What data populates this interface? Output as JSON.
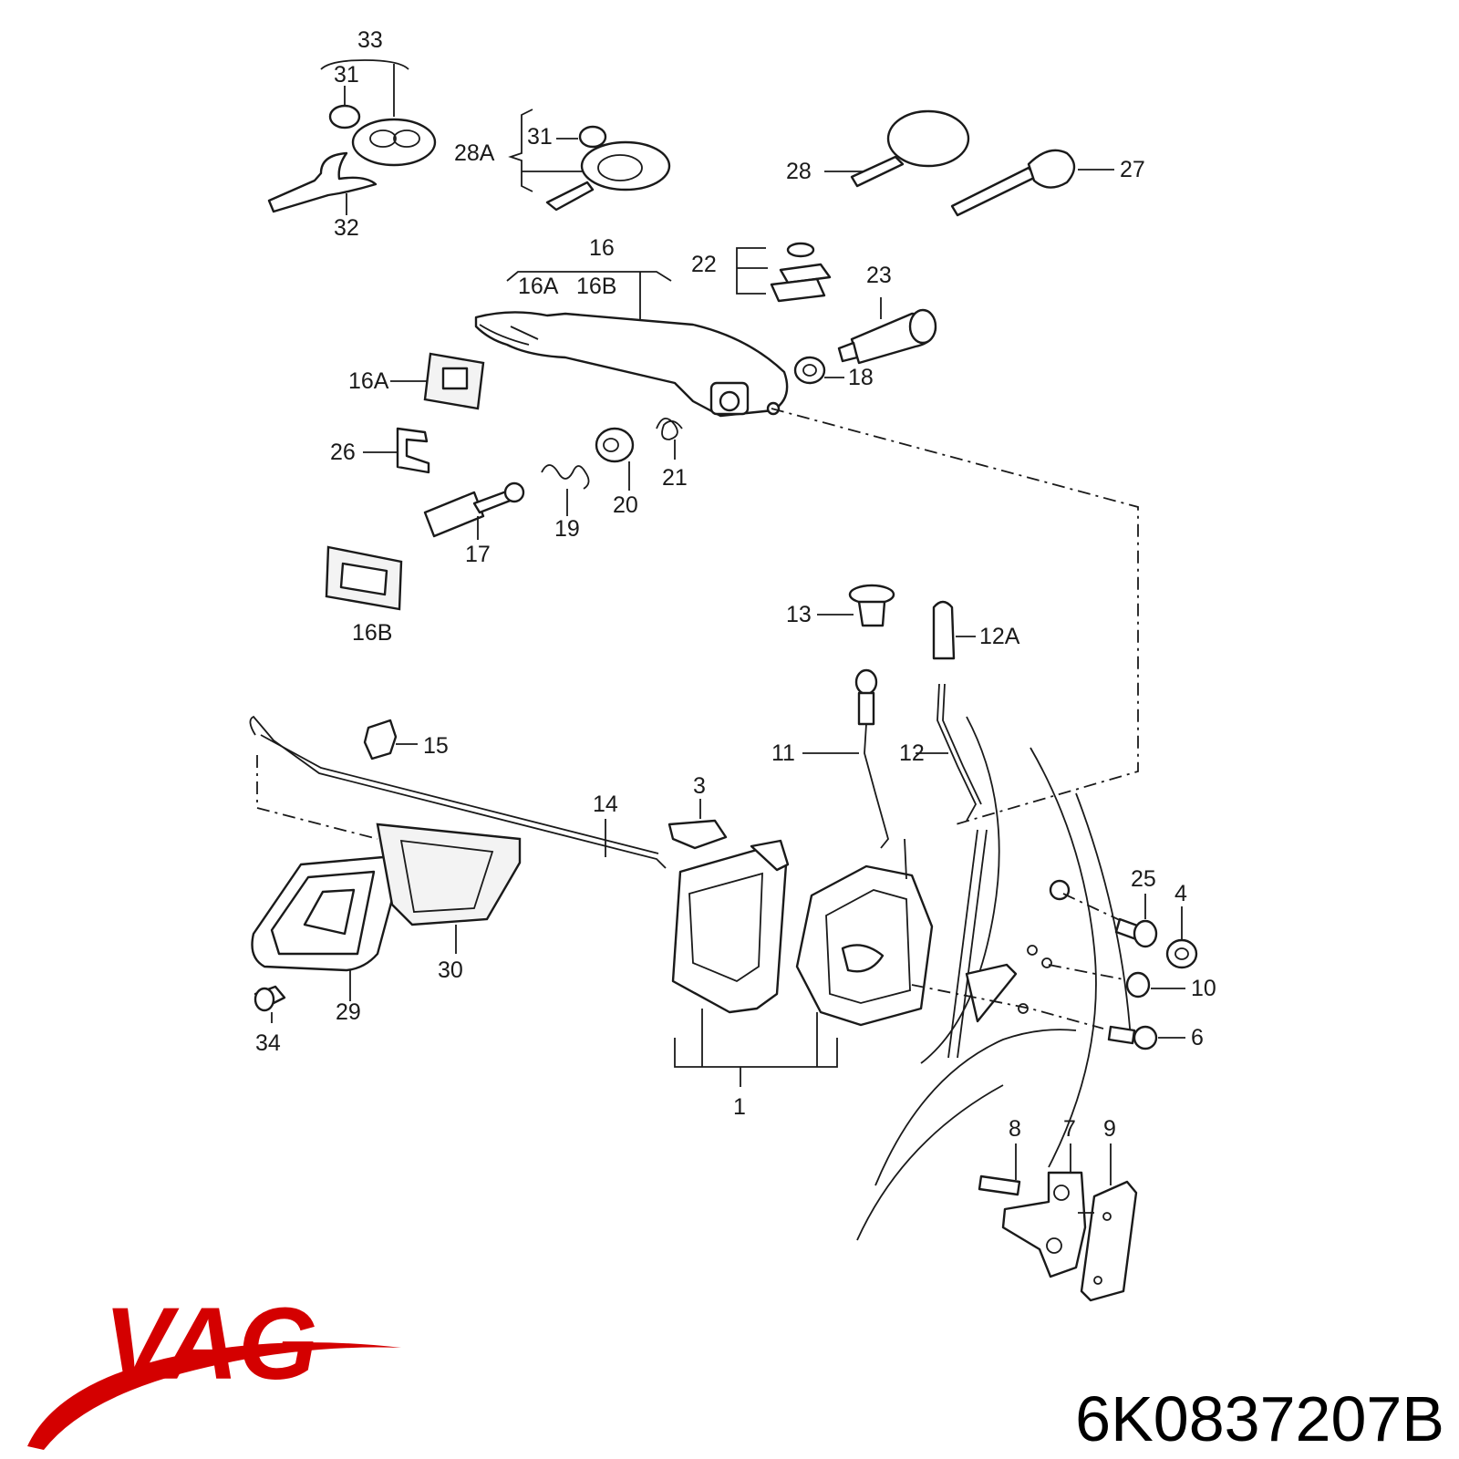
{
  "brand": {
    "name": "VAG",
    "color": "#d40000"
  },
  "part_number": "6K0837207B",
  "callouts": {
    "c1": "1",
    "c3": "3",
    "c4": "4",
    "c6": "6",
    "c7": "7",
    "c8": "8",
    "c9": "9",
    "c10": "10",
    "c11": "11",
    "c12": "12",
    "c12A": "12A",
    "c13": "13",
    "c14": "14",
    "c15": "15",
    "c16": "16",
    "c16A": "16A",
    "c16B": "16B",
    "c16A_top": "16A",
    "c16B_top": "16B",
    "c17": "17",
    "c18": "18",
    "c19": "19",
    "c20": "20",
    "c21": "21",
    "c22": "22",
    "c23": "23",
    "c25": "25",
    "c26": "26",
    "c27": "27",
    "c28": "28",
    "c28A": "28A",
    "c29": "29",
    "c30": "30",
    "c31a": "31",
    "c31b": "31",
    "c32": "32",
    "c33": "33",
    "c34": "34"
  }
}
